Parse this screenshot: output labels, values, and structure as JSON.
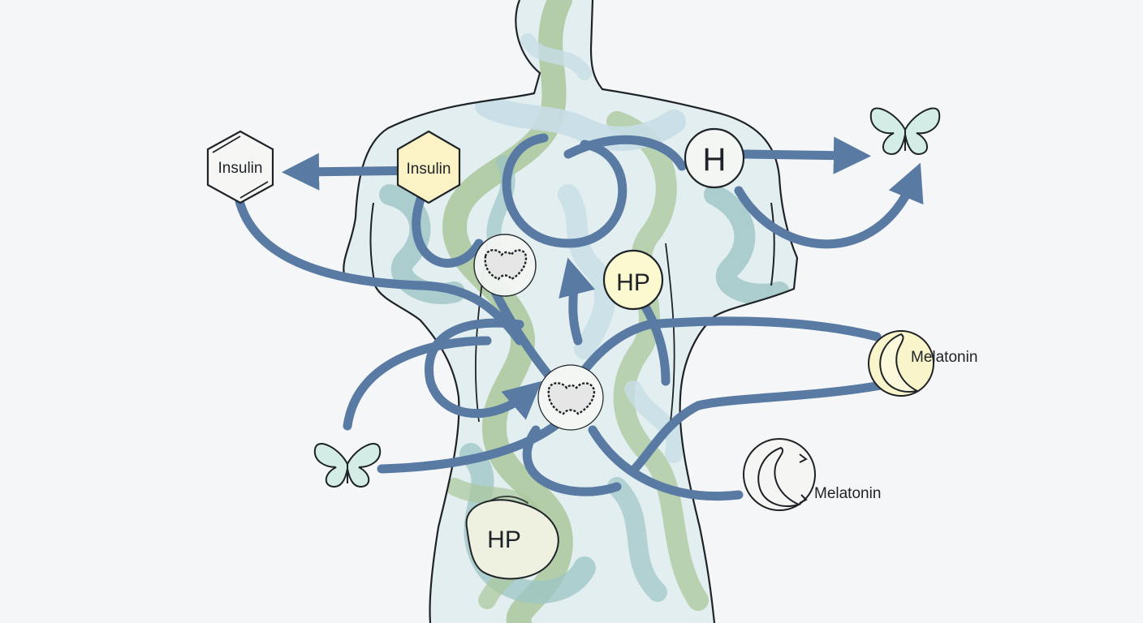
{
  "labels": {
    "insulin_left": "Insulin",
    "insulin_center": "Insulin",
    "h_node": "H",
    "hp_right": "HP",
    "hp_bottom": "HP",
    "melatonin_right": "Melatonin",
    "melatonin_bottom": "Melatonin"
  },
  "icons": {
    "butterfly_top_right": "butterfly-icon",
    "butterfly_left": "butterfly-icon",
    "thyroid_upper": "thyroid-icon",
    "thyroid_center": "thyroid-icon",
    "moon_right": "crescent-moon-icon",
    "moon_bottom": "crescent-moon-icon",
    "hexagon": "hexagon-icon"
  },
  "colors": {
    "arrow": "#587aa3",
    "outline": "#1e2328",
    "body_green": "#a9c79b",
    "body_teal": "#9cc4c6",
    "body_blue": "#c6dde6",
    "insulin_fill": "#fbf3c6",
    "hp_fill": "#fcf8cf",
    "moon_fill": "#f9f4c9",
    "node_fill": "#f3f6f3",
    "butterfly_fill": "#d3ece6"
  }
}
